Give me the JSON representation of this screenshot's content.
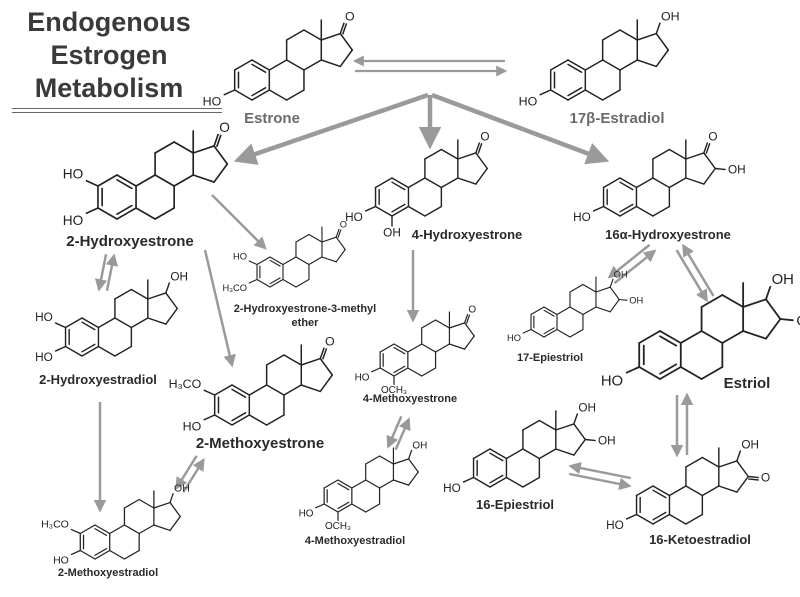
{
  "title_lines": [
    "Endogenous",
    "Estrogen",
    "Metabolism"
  ],
  "labels": {
    "estrone": "Estrone",
    "estradiol": "17β-Estradiol",
    "hydroxyestrone_2": "2-Hydroxyestrone",
    "hydroxyestrone_4": "4-Hydroxyestrone",
    "hydroxyestrone_16a": "16α-Hydroxyestrone",
    "hydroxyestrone_2_methyl_ether": "2-Hydroxyestrone-3-methyl ether",
    "hydroxyestradiol_2": "2-Hydroxyestradiol",
    "methoxyestrone_2": "2-Methoxyestrone",
    "methoxyestrone_4": "4-Methoxyestrone",
    "epiestriol_17": "17-Epiestriol",
    "estriol": "Estriol",
    "methoxyestradiol_2": "2-Methoxyestradiol",
    "methoxyestradiol_4": "4-Methoxyestradiol",
    "epiestriol_16": "16-Epiestriol",
    "ketoestradiol_16": "16-Ketoestradiol"
  },
  "atom_labels": {
    "ho": "HO",
    "oh": "OH",
    "o": "O",
    "h3co": "H₃CO",
    "och3": "OCH₃"
  },
  "colors": {
    "arrow": "#9a9a9a",
    "structure": "#222222",
    "title": "#3a3a3a",
    "label_gray": "#6a6a6a"
  }
}
